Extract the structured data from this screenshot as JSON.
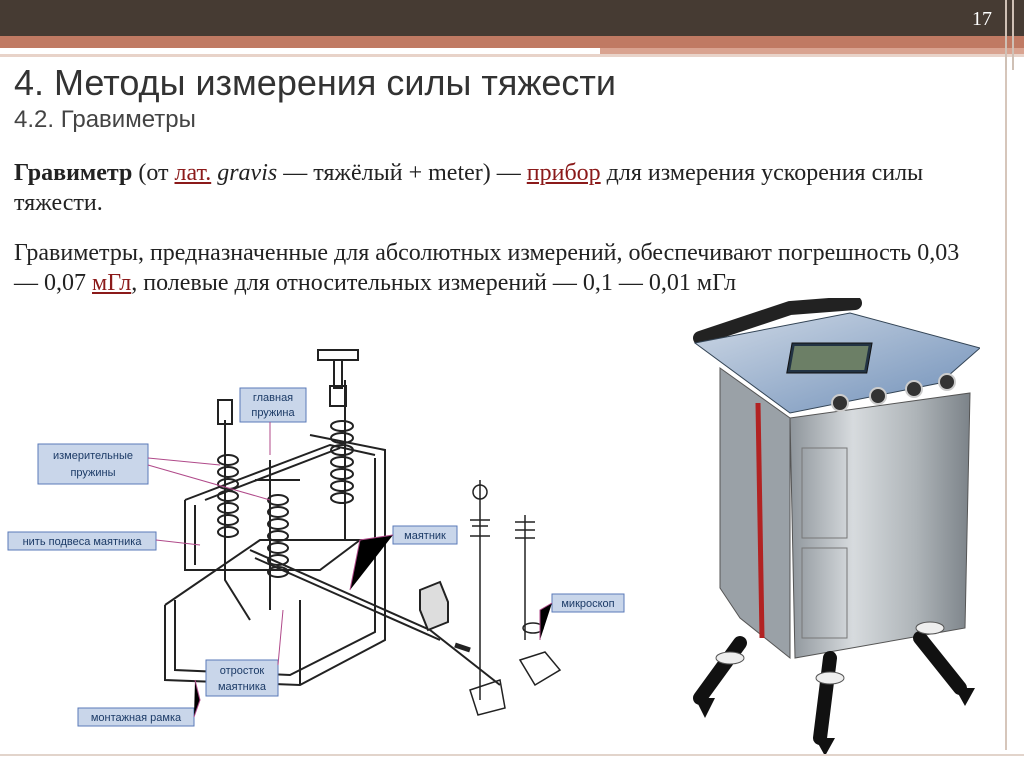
{
  "slide": {
    "number": "17",
    "title": "4. Методы измерения силы тяжести",
    "subtitle": "4.2. Гравиметры"
  },
  "paragraph1": {
    "term": "Гравиметр",
    "t1": " (от ",
    "link_lat": "лат.",
    "t2": " ",
    "gravis": "gravis",
    "t3": " — тяжёлый + meter) — ",
    "link_device": "прибор",
    "t4": " для измерения ускорения силы тяжести."
  },
  "paragraph2": {
    "t1": "Гравиметры, предназначенные для абсолютных измерений, обеспечивают погрешность 0,03 — 0,07 ",
    "link_mgal": "мГл",
    "t2": ", полевые для относительных измерений — 0,1 — 0,01 мГл"
  },
  "diagram": {
    "labels": {
      "main_spring": [
        "главная",
        "пружина"
      ],
      "measuring_springs": [
        "измерительные",
        "пружины"
      ],
      "pendulum_thread": "нить подвеса маятника",
      "pendulum": "маятник",
      "microscope": "микроскоп",
      "pendulum_arm": [
        "отросток",
        "маятника"
      ],
      "mount_frame": "монтажная рамка"
    }
  },
  "colors": {
    "topbar": "#463b33",
    "accent": "#c07a63",
    "link": "#8b1a1a",
    "label_box": "#c9d6ea",
    "label_border": "#5a7ab8"
  }
}
